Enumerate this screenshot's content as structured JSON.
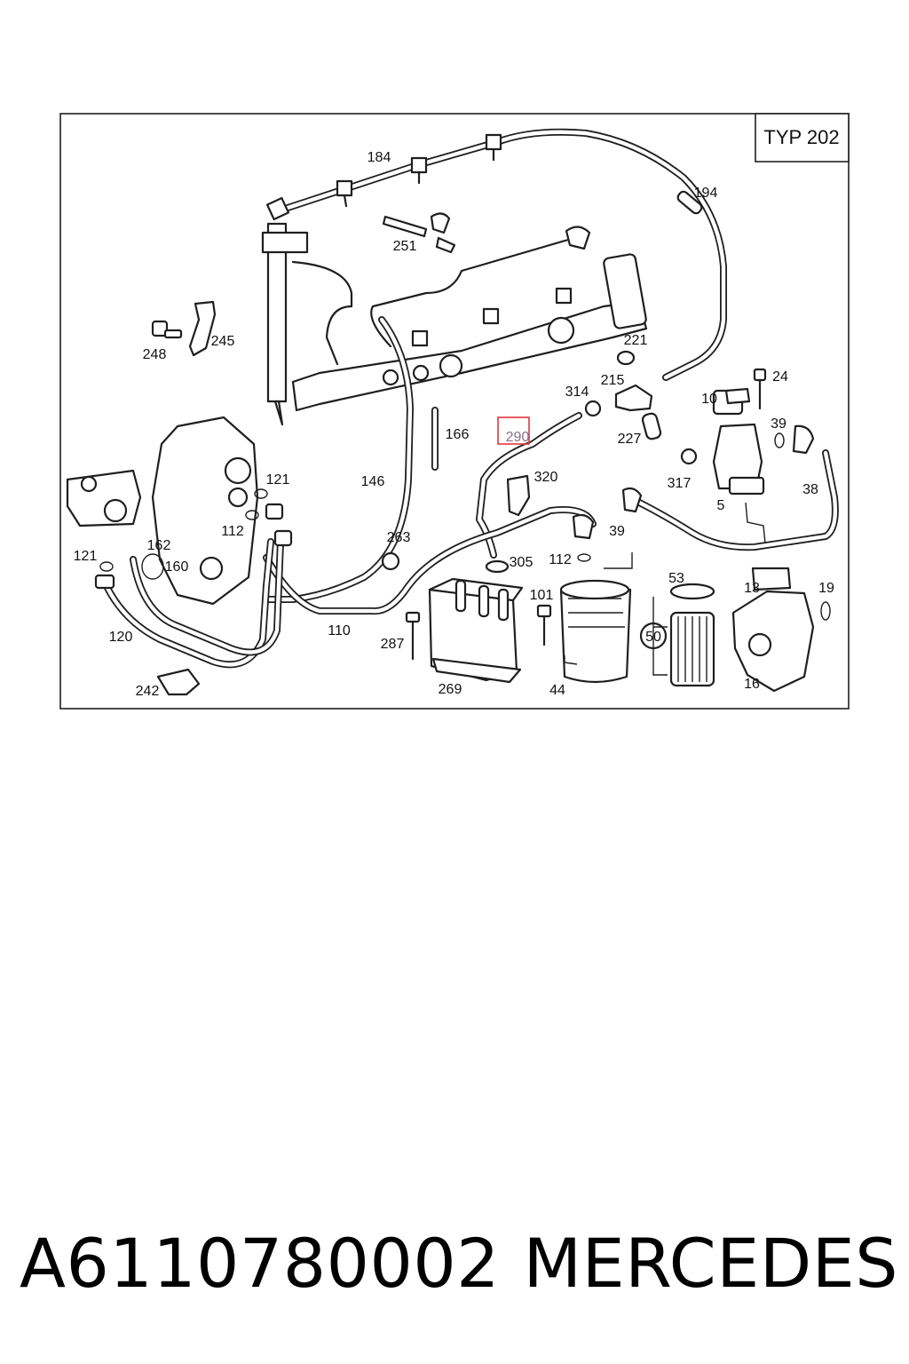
{
  "diagram": {
    "type_label": "TYP 202",
    "highlighted_label": "290",
    "callouts": [
      {
        "id": "184",
        "text": "184"
      },
      {
        "id": "194",
        "text": "194"
      },
      {
        "id": "251",
        "text": "251"
      },
      {
        "id": "245",
        "text": "245"
      },
      {
        "id": "248",
        "text": "248"
      },
      {
        "id": "221",
        "text": "221"
      },
      {
        "id": "314",
        "text": "314"
      },
      {
        "id": "215",
        "text": "215"
      },
      {
        "id": "24",
        "text": "24"
      },
      {
        "id": "10",
        "text": "10"
      },
      {
        "id": "39a",
        "text": "39"
      },
      {
        "id": "166",
        "text": "166"
      },
      {
        "id": "227",
        "text": "227"
      },
      {
        "id": "317",
        "text": "317"
      },
      {
        "id": "38",
        "text": "38"
      },
      {
        "id": "121a",
        "text": "121"
      },
      {
        "id": "146",
        "text": "146"
      },
      {
        "id": "320",
        "text": "320"
      },
      {
        "id": "5",
        "text": "5"
      },
      {
        "id": "112a",
        "text": "112"
      },
      {
        "id": "162",
        "text": "162"
      },
      {
        "id": "263",
        "text": "263"
      },
      {
        "id": "39b",
        "text": "39"
      },
      {
        "id": "121b",
        "text": "121"
      },
      {
        "id": "160",
        "text": "160"
      },
      {
        "id": "305",
        "text": "305"
      },
      {
        "id": "112b",
        "text": "112"
      },
      {
        "id": "53",
        "text": "53"
      },
      {
        "id": "13",
        "text": "13"
      },
      {
        "id": "19",
        "text": "19"
      },
      {
        "id": "101",
        "text": "101"
      },
      {
        "id": "120",
        "text": "120"
      },
      {
        "id": "110",
        "text": "110"
      },
      {
        "id": "287",
        "text": "287"
      },
      {
        "id": "50",
        "text": "50"
      },
      {
        "id": "16",
        "text": "16"
      },
      {
        "id": "242",
        "text": "242"
      },
      {
        "id": "269",
        "text": "269"
      },
      {
        "id": "44",
        "text": "44"
      }
    ]
  },
  "caption": {
    "part_number": "A6110780002",
    "brand": "MERCEDES"
  }
}
